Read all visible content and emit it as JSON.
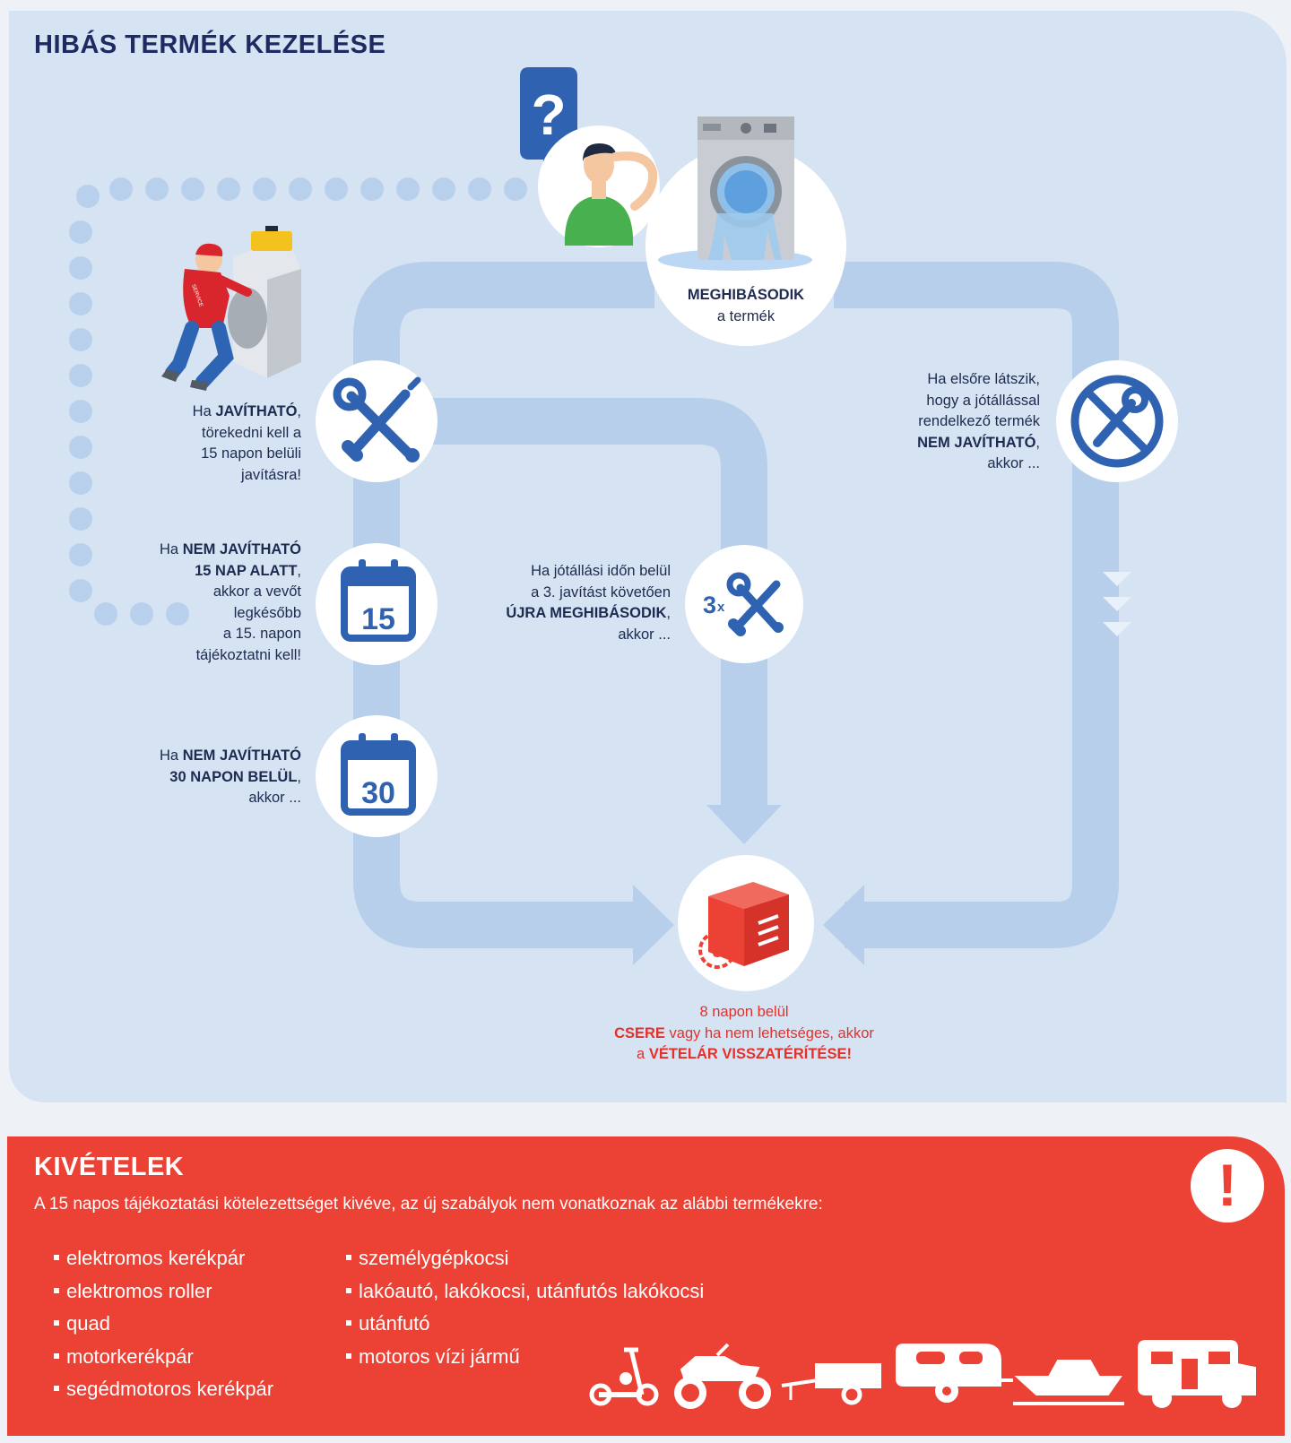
{
  "title": "HIBÁS TERMÉK KEZELÉSE",
  "steps": {
    "start": {
      "bold": "MEGHIBÁSODIK",
      "text": "a termék"
    },
    "repairable": {
      "l1a": "Ha ",
      "l1b": "JAVÍTHATÓ",
      "l1c": ",",
      "l2": "törekedni kell a",
      "l3": "15 napon belüli",
      "l4": "javításra!"
    },
    "not15": {
      "l1a": "Ha ",
      "l1b": "NEM JAVÍTHATÓ",
      "l2": "15 NAP ALATT",
      "l2c": ",",
      "l3": "akkor a vevőt",
      "l4": "legkésőbb",
      "l5": "a 15. napon",
      "l6": "tájékoztatni kell!"
    },
    "not30": {
      "l1a": "Ha ",
      "l1b": "NEM JAVÍTHATÓ",
      "l2": "30 NAPON BELÜL",
      "l2c": ",",
      "l3": "akkor ..."
    },
    "third": {
      "l1": "Ha jótállási időn belül",
      "l2": "a 3. javítást követően",
      "l3": "ÚJRA MEGHIBÁSODIK",
      "l3c": ",",
      "l4": "akkor ..."
    },
    "notRepairable": {
      "l1": "Ha elsőre látszik,",
      "l2": "hogy a jótállással",
      "l3": "rendelkező termék",
      "l4": "NEM JAVÍTHATÓ",
      "l4c": ",",
      "l5": "akkor ..."
    },
    "result": {
      "l1": "8 napon belül",
      "l2a": "CSERE",
      "l2b": " vagy ha nem lehetséges, akkor",
      "l3a": "a ",
      "l3b": "VÉTELÁR VISSZATÉRÍTÉSE!"
    }
  },
  "icons": {
    "calendar15": "15",
    "calendar30": "30",
    "times3": "3",
    "times3x": "x",
    "box8": "8",
    "question": "?",
    "exclamation": "!",
    "serviceShirt": "SERVICE"
  },
  "exceptions": {
    "title": "KIVÉTELEK",
    "intro": "A 15 napos tájékoztatási kötelezettséget kivéve, az új szabályok nem vonatkoznak az alábbi termékekre:",
    "col1": [
      "elektromos kerékpár",
      "elektromos roller",
      "quad",
      "motorkerékpár",
      "segédmotoros kerékpár"
    ],
    "col2": [
      "személygépkocsi",
      "lakóautó, lakókocsi, utánfutós lakókocsi",
      "utánfutó",
      "motoros vízi jármű"
    ]
  },
  "colors": {
    "navy": "#1f2a63",
    "blue": "#2f63b2",
    "flow": "#b7cfea",
    "red": "#ec4135",
    "panel": "#d6e3f3"
  }
}
